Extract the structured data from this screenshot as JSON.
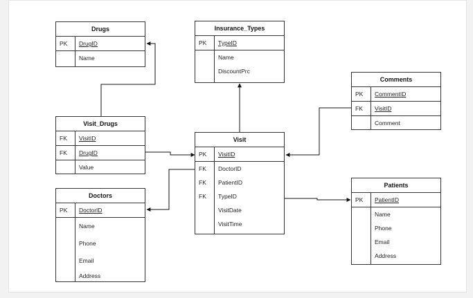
{
  "entities": {
    "drugs": {
      "title": "Drugs",
      "rows": [
        {
          "key": "PK",
          "name": "DrugID"
        },
        {
          "key": "",
          "name": "Name"
        }
      ]
    },
    "insurance_types": {
      "title": "Insurance_Types",
      "rows": [
        {
          "key": "PK",
          "name": "TypeID"
        },
        {
          "key": "",
          "name": "Name"
        },
        {
          "key": "",
          "name": "DiscountPrc"
        }
      ]
    },
    "comments": {
      "title": "Comments",
      "rows": [
        {
          "key": "PK",
          "name": "CommentID"
        },
        {
          "key": "FK",
          "name": "VisitID"
        },
        {
          "key": "",
          "name": "Comment"
        }
      ]
    },
    "visit_drugs": {
      "title": "Visit_Drugs",
      "rows": [
        {
          "key": "FK",
          "name": "VisitID"
        },
        {
          "key": "FK",
          "name": "DrugID"
        },
        {
          "key": "",
          "name": "Value"
        }
      ]
    },
    "visit": {
      "title": "Visit",
      "rows": [
        {
          "key": "PK",
          "name": "VisitID"
        },
        {
          "key": "FK",
          "name": "DoctorID"
        },
        {
          "key": "FK",
          "name": "PatientID"
        },
        {
          "key": "FK",
          "name": "TypeID"
        },
        {
          "key": "",
          "name": "VisitDate"
        },
        {
          "key": "",
          "name": "VisitTime"
        }
      ]
    },
    "doctors": {
      "title": "Doctors",
      "rows": [
        {
          "key": "PK",
          "name": "DoctorID"
        },
        {
          "key": "",
          "name": "Name"
        },
        {
          "key": "",
          "name": "Phone"
        },
        {
          "key": "",
          "name": "Email"
        },
        {
          "key": "",
          "name": "Address"
        }
      ]
    },
    "patients": {
      "title": "Patients",
      "rows": [
        {
          "key": "PK",
          "name": "PatientID"
        },
        {
          "key": "",
          "name": "Name"
        },
        {
          "key": "",
          "name": "Phone"
        },
        {
          "key": "",
          "name": "Email"
        },
        {
          "key": "",
          "name": "Address"
        }
      ]
    }
  }
}
